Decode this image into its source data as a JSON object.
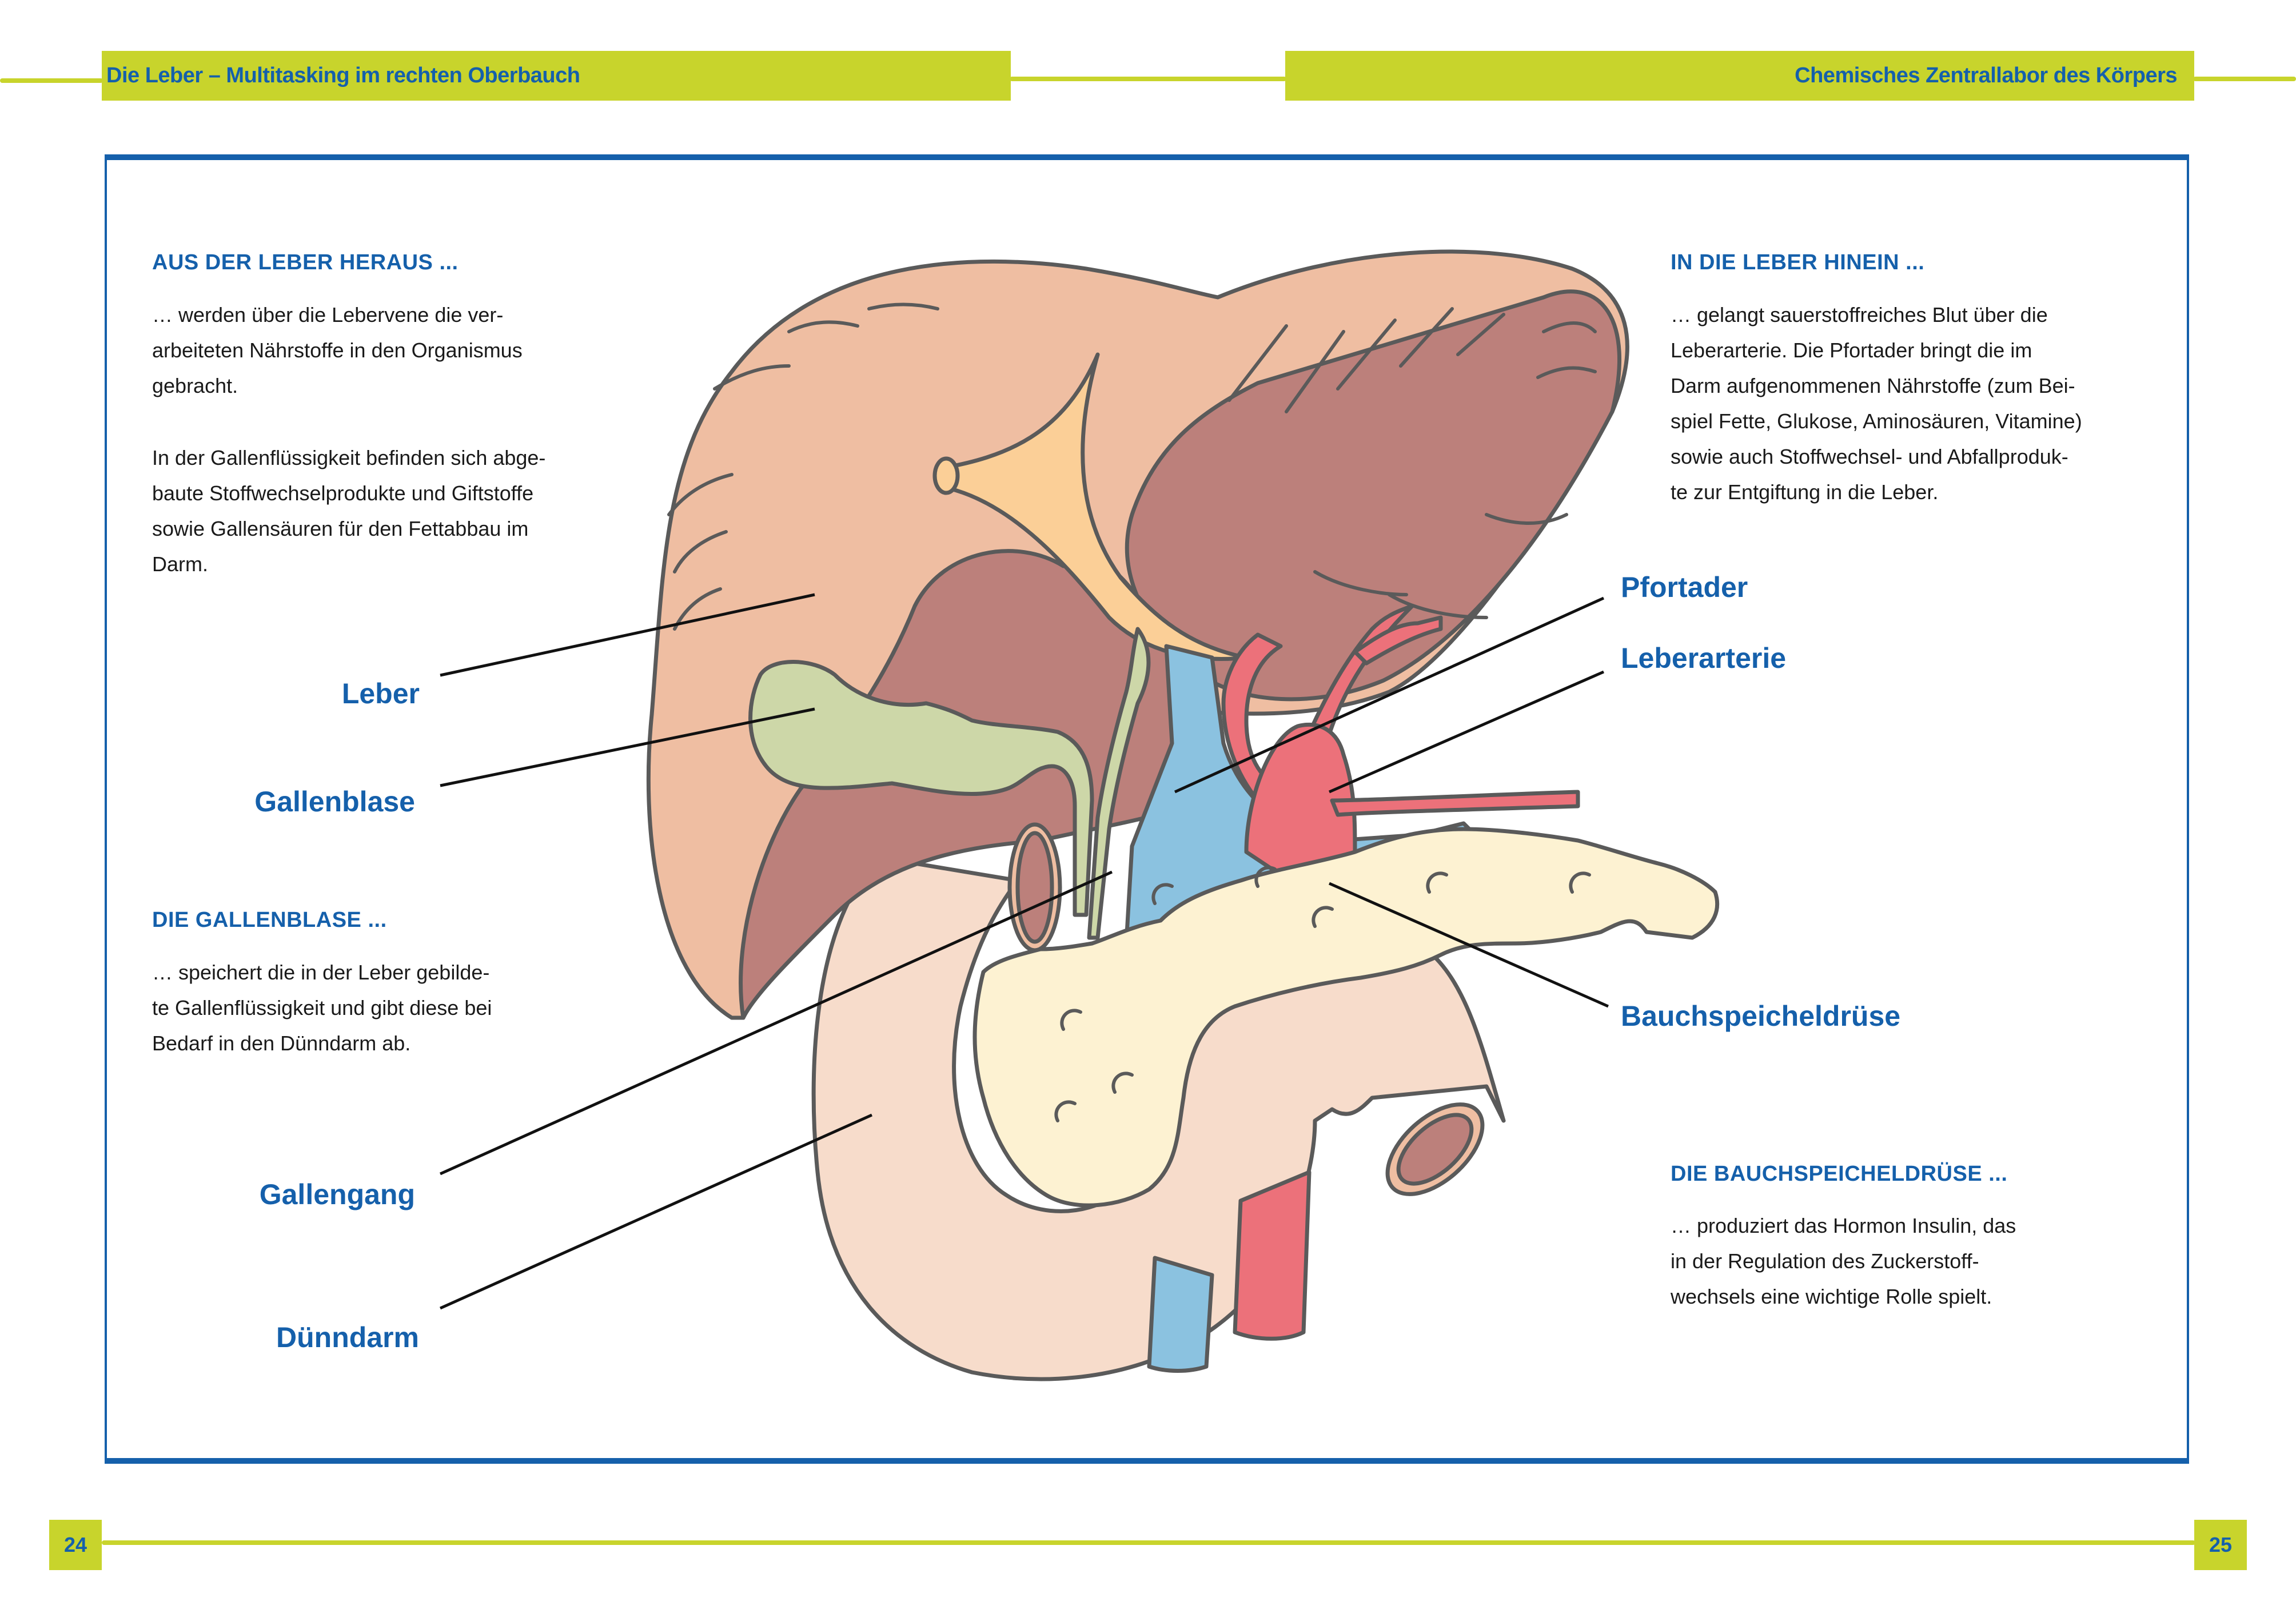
{
  "header": {
    "left_title": "Die Leber – Multitasking im rechten Oberbauch",
    "right_title": "Chemisches Zentrallabor des Körpers"
  },
  "sections": {
    "aus_der_leber": {
      "title": "AUS DER LEBER HERAUS ...",
      "paragraphs": [
        "… werden über die Lebervene die ver-\narbeiteten Nährstoffe in den Organismus\ngebracht.",
        "In der Gallenflüssigkeit befinden sich abge-\nbaute Stoffwechselprodukte und Giftstoffe\nsowie Gallensäuren für den Fettabbau im\nDarm."
      ]
    },
    "die_gallenblase": {
      "title": "DIE GALLENBLASE ...",
      "paragraphs": [
        "… speichert die in der Leber gebilde-\nte Gallenflüssigkeit und gibt diese bei\nBedarf in den Dünndarm ab."
      ]
    },
    "in_die_leber": {
      "title": "IN DIE LEBER HINEIN ...",
      "paragraphs": [
        "… gelangt sauerstoffreiches Blut über die\nLeberarterie. Die Pfortader bringt die im\nDarm aufgenommenen Nährstoffe (zum Bei-\nspiel Fette, Glukose, Aminosäuren, Vitamine)\nsowie auch Stoffwechsel- und Abfallproduk-\nte zur Entgiftung in die Leber."
      ]
    },
    "die_bauchspeicheldruese": {
      "title": "DIE BAUCHSPEICHELDRÜSE ...",
      "paragraphs": [
        "… produziert das Hormon Insulin, das\nin der Regulation des Zuckerstoff-\nwechsels eine wichtige Rolle spielt."
      ]
    }
  },
  "labels": {
    "leber": "Leber",
    "gallenblase": "Gallenblase",
    "gallengang": "Gallengang",
    "duenndarm": "Dünndarm",
    "pfortader": "Pfortader",
    "leberarterie": "Leberarterie",
    "bauchspeicheldruese": "Bauchspeicheldrüse"
  },
  "footer": {
    "page_left": "24",
    "page_right": "25"
  },
  "colors": {
    "accent_lime": "#c8d42c",
    "accent_blue": "#1560ab",
    "liver_light": "#efbea2",
    "liver_dark": "#bc807b",
    "gallbladder": "#cdd7a8",
    "ligament": "#fbcf97",
    "vein": "#8bc2e0",
    "artery": "#ec717a",
    "pancreas": "#fdf2d2",
    "intestine": "#f7dccb",
    "outline": "#5a5a5a"
  }
}
